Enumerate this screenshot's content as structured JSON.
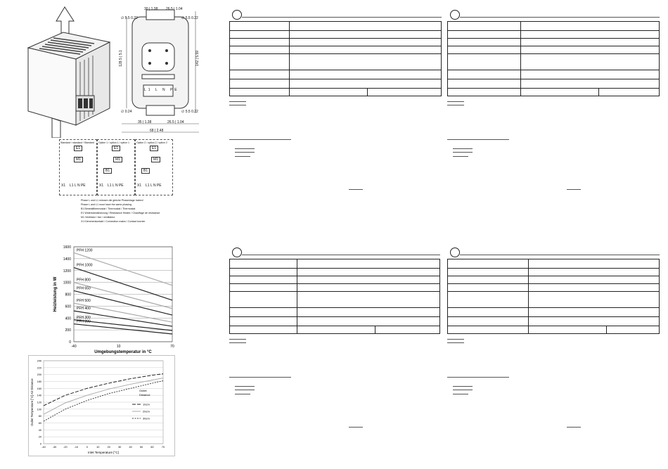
{
  "drawing": {
    "dims": [
      "30",
      "1.38",
      "26.5",
      "1.04",
      "∅ 5.5",
      "0.22",
      "∅ 5.5",
      "0.22",
      "128.5",
      "5.1",
      "142",
      "5.59",
      "∅ 0.24",
      "35",
      "1.38",
      "26.5",
      "1.04",
      "∅ 5.5",
      "0.22",
      "68",
      "2.48"
    ],
    "terminals": [
      "L1",
      "L",
      "N",
      "PE"
    ]
  },
  "wiring": {
    "options": [
      "Standard / standard / Standard",
      "Option 1 / option 1 / option 1",
      "Option 2 / option 2 / option 2"
    ],
    "labels": [
      "E1",
      "M1",
      "B1",
      "X1",
      "L1",
      "L",
      "N",
      "PE"
    ],
    "legend": [
      "Phase L und L1 müssen die gleiche Phasenlage haben!",
      "Phase L and L1 must have the same phasing",
      "B1  Bimetallthermostat / Thermostat / Thermostat",
      "E1  Widerstandsheizung / Resistance Heater / Chauffage de résistance",
      "M1  Ventilator / fan / ventilateur",
      "X1  Klemmenkontakt / Connection mains / Contact bornier"
    ]
  },
  "chart_data": [
    {
      "type": "line",
      "title": "",
      "xlabel": "Umgebungstemperatur in °C",
      "ylabel": "Heizleistung in W",
      "xlim": [
        -40,
        70
      ],
      "ylim": [
        0,
        1600
      ],
      "xticks": [
        "-40",
        "10",
        "70"
      ],
      "yticks": [
        "0",
        "200",
        "400",
        "600",
        "800",
        "1000",
        "1200",
        "1400",
        "1600"
      ],
      "grid": true,
      "x": [
        -40,
        70
      ],
      "series": [
        {
          "name": "PFH 1200",
          "values": [
            1500,
            950
          ],
          "color": "#aaaaaa"
        },
        {
          "name": "PFH 1000",
          "values": [
            1250,
            700
          ],
          "color": "#222222"
        },
        {
          "name": "PFH 800",
          "values": [
            1000,
            560
          ],
          "color": "#aaaaaa"
        },
        {
          "name": "PFH 650",
          "values": [
            860,
            450
          ],
          "color": "#222222"
        },
        {
          "name": "PFH 500",
          "values": [
            650,
            330
          ],
          "color": "#aaaaaa"
        },
        {
          "name": "PFH 400",
          "values": [
            520,
            260
          ],
          "color": "#222222"
        },
        {
          "name": "PFH 300",
          "values": [
            370,
            190
          ],
          "color": "#222222"
        },
        {
          "name": "PFH 200",
          "values": [
            300,
            130
          ],
          "color": "#222222"
        }
      ]
    },
    {
      "type": "line",
      "title": "",
      "xlabel": "Inlet Temperature [°C]",
      "ylabel": "Outlet Temperature [°C] Air Distance",
      "xlim": [
        -40,
        70
      ],
      "ylim": [
        0,
        240
      ],
      "xticks": [
        "-40",
        "-30",
        "-20",
        "-10",
        "0",
        "10",
        "20",
        "30",
        "40",
        "50",
        "60",
        "70"
      ],
      "yticks": [
        "0",
        "20",
        "40",
        "60",
        "80",
        "100",
        "120",
        "140",
        "160",
        "180",
        "200",
        "220",
        "240"
      ],
      "grid": true,
      "legend_title": [
        "Outlet",
        "Distance"
      ],
      "x": [
        -40,
        -20,
        0,
        20,
        40,
        60,
        70
      ],
      "series": [
        {
          "name": "10cm",
          "values": [
            110,
            140,
            160,
            175,
            188,
            198,
            202
          ],
          "style": "dash",
          "color": "#222222"
        },
        {
          "name": "20cm",
          "values": [
            85,
            118,
            140,
            158,
            172,
            184,
            190
          ],
          "style": "solid",
          "color": "#aaaaaa"
        },
        {
          "name": "30cm",
          "values": [
            65,
            100,
            125,
            145,
            160,
            175,
            182
          ],
          "style": "dash",
          "color": "#444444"
        }
      ]
    }
  ]
}
